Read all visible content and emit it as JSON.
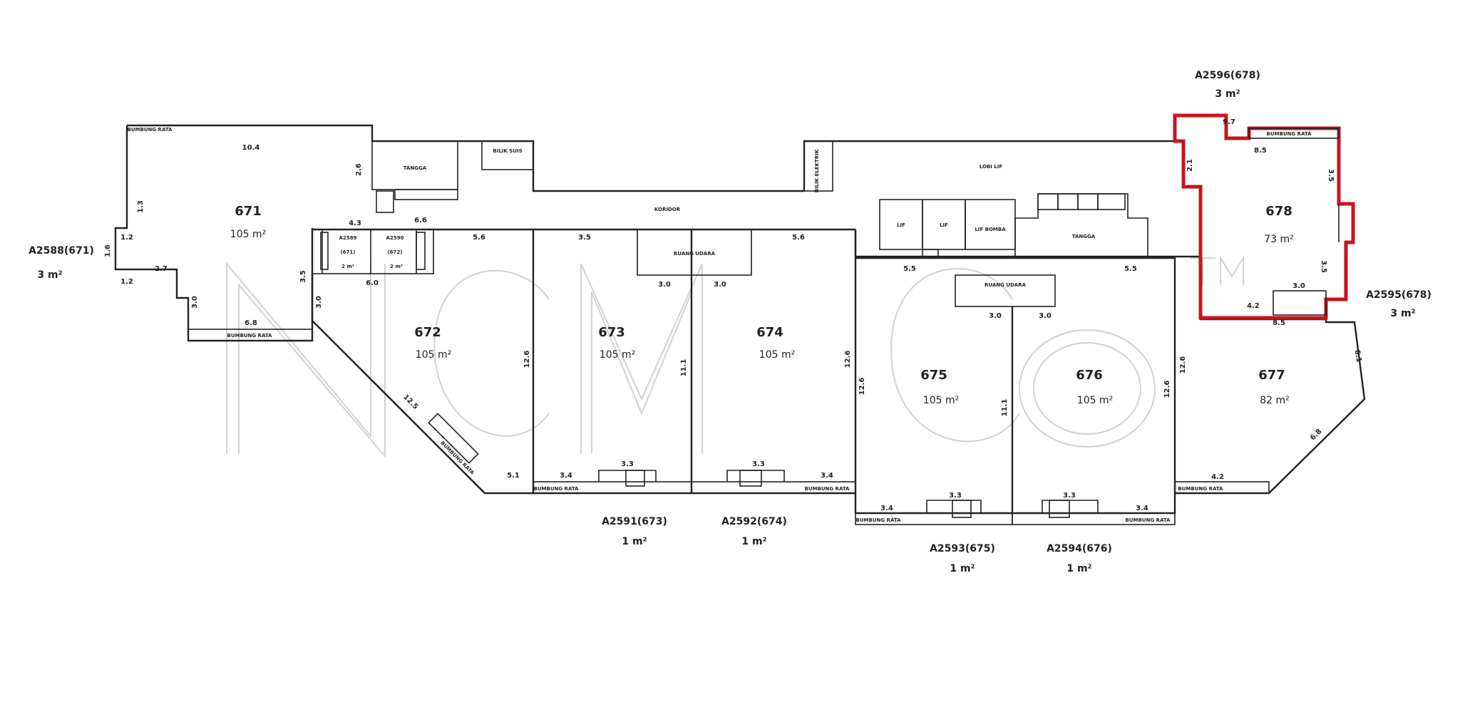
{
  "units": [
    {
      "id": "671",
      "area": "105 m²"
    },
    {
      "id": "672",
      "area": "105 m²"
    },
    {
      "id": "673",
      "area": "105 m²"
    },
    {
      "id": "674",
      "area": "105 m²"
    },
    {
      "id": "675",
      "area": "105 m²"
    },
    {
      "id": "676",
      "area": "105 m²"
    },
    {
      "id": "677",
      "area": "82 m²"
    },
    {
      "id": "678",
      "area": "73 m²"
    }
  ],
  "external": [
    {
      "code": "A2588(671)",
      "area": "3 m²"
    },
    {
      "code": "A2596(678)",
      "area": "3 m²"
    },
    {
      "code": "A2595(678)",
      "area": "3 m²"
    },
    {
      "code": "A2591(673)",
      "area": "1 m²"
    },
    {
      "code": "A2592(674)",
      "area": "1 m²"
    },
    {
      "code": "A2593(675)",
      "area": "1 m²"
    },
    {
      "code": "A2594(676)",
      "area": "1 m²"
    }
  ],
  "labels": {
    "koridor": "KORIDOR",
    "tangga_a": "TANGGA",
    "tangga_b": "TANGGA",
    "lobi_lif": "LOBI LIF",
    "bilik_suis": "BILIK SUIS",
    "bilik_elektrik": "BILIK ELEKTRIK",
    "lif_1": "LIF",
    "lif_2": "LIF",
    "lif_bomba": "LIF BOMBA",
    "ruang_udara_a": "RUANG UDARA",
    "ruang_udara_b": "RUANG UDARA",
    "a2589": "A2589",
    "a2590": "A2590",
    "sub_671": "(671)",
    "sub_672": "(672)",
    "sub_area_a": "2 m²",
    "sub_area_b": "2 m²",
    "bumbung": "BUMBUNG RATA"
  },
  "dims": {
    "d_10_4": "10.4",
    "d_2_6": "2.6",
    "d_1_3": "1.3",
    "d_1_2": "1.2",
    "d_2_7": "2.7",
    "d_1_6": "1.6",
    "d_3_0": "3.0",
    "d_6_8": "6.8",
    "d_3_5": "3.5",
    "d_6_0": "6.0",
    "d_4_3": "4.3",
    "d_5_6": "5.6",
    "d_12_5": "12.5",
    "d_5_1": "5.1",
    "d_3_4": "3.4",
    "d_3_3": "3.3",
    "d_12_6": "12.6",
    "d_11_1": "11.1",
    "d_5_5": "5.5",
    "d_6_6": "6.6",
    "d_9_7": "9.7",
    "d_2_1": "2.1",
    "d_8_5": "8.5",
    "d_4_2": "4.2",
    "d_6_1": "6.1"
  },
  "watermark": "NCMCo"
}
